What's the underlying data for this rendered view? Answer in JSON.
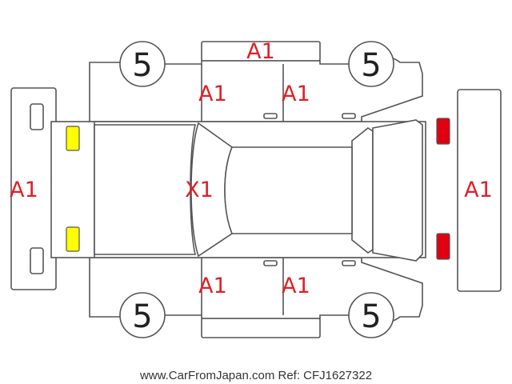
{
  "marks": {
    "roof": "A1",
    "rear_left_door": "A1",
    "front_left_door": "A1",
    "rear_right_door": "A1",
    "front_right_door": "A1",
    "rear_bumper": "A1",
    "front_bumper": "A1",
    "bonnet": "X1"
  },
  "tires": {
    "rear_left": "5",
    "front_left": "5",
    "rear_right": "5",
    "front_right": "5"
  },
  "lamps": {
    "rear_color": "#ffff00",
    "front_color": "#e00010"
  },
  "footer": {
    "text": "www.CarFromJapan.com Ref: CFJ1627322"
  }
}
